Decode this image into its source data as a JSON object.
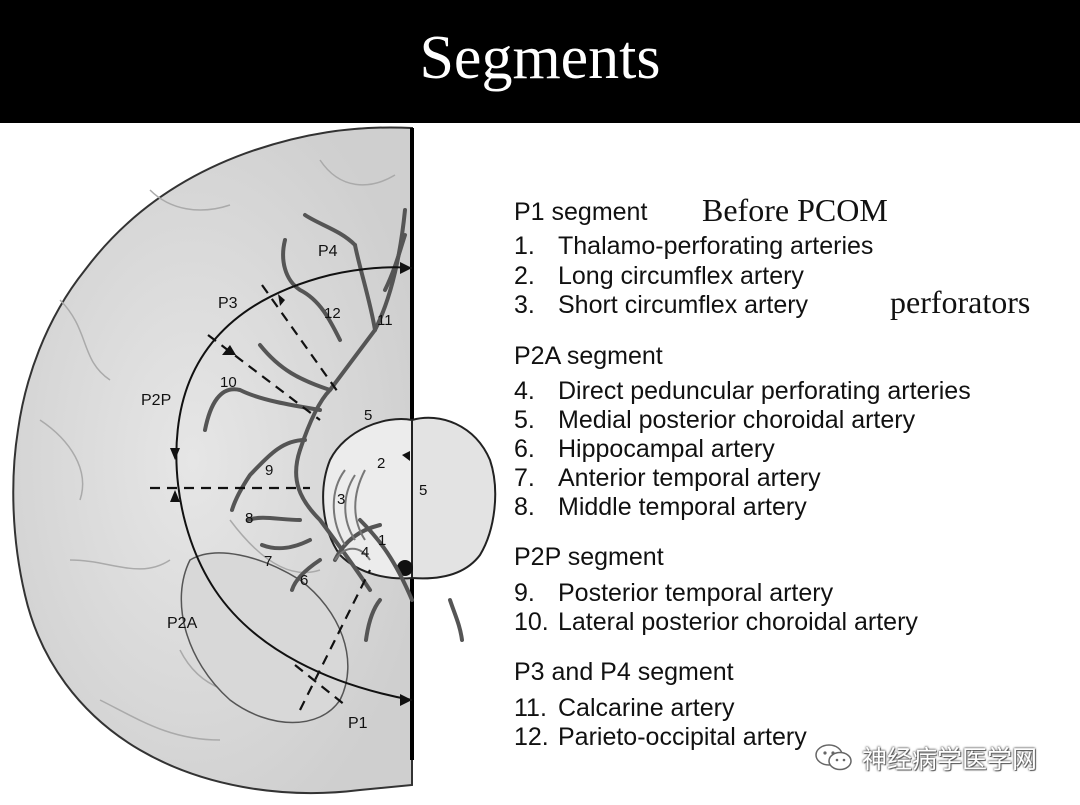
{
  "slide": {
    "title": "Segments"
  },
  "diagram": {
    "segment_labels": [
      "P4",
      "P3",
      "P2P",
      "P2A",
      "P1"
    ],
    "artery_numbers": [
      "1",
      "2",
      "3",
      "4",
      "5",
      "5",
      "6",
      "7",
      "8",
      "9",
      "10",
      "11",
      "12"
    ]
  },
  "legend": {
    "p1": {
      "heading": "P1 segment",
      "note": "Before PCOM",
      "items": [
        {
          "num": "1.",
          "text": "Thalamo-perforating arteries"
        },
        {
          "num": "2.",
          "text": "Long circumflex artery"
        },
        {
          "num": "3.",
          "text": "Short circumflex artery"
        }
      ],
      "side_note": "perforators"
    },
    "p2a": {
      "heading": "P2A segment",
      "items": [
        {
          "num": "4.",
          "text": "Direct peduncular perforating arteries"
        },
        {
          "num": "5.",
          "text": "Medial posterior choroidal artery"
        },
        {
          "num": "6.",
          "text": "Hippocampal artery"
        },
        {
          "num": "7.",
          "text": "Anterior temporal artery"
        },
        {
          "num": "8.",
          "text": "Middle temporal artery"
        }
      ]
    },
    "p2p": {
      "heading": "P2P segment",
      "items": [
        {
          "num": "9.",
          "text": "Posterior temporal artery"
        },
        {
          "num": "10.",
          "text": "Lateral posterior choroidal artery"
        }
      ]
    },
    "p34": {
      "heading": "P3 and P4 segment",
      "items": [
        {
          "num": "11.",
          "text": "Calcarine artery"
        },
        {
          "num": "12.",
          "text": "Parieto-occipital artery"
        }
      ]
    }
  },
  "watermark": {
    "text": "神经病学医学网",
    "icon": "wechat-icon"
  }
}
